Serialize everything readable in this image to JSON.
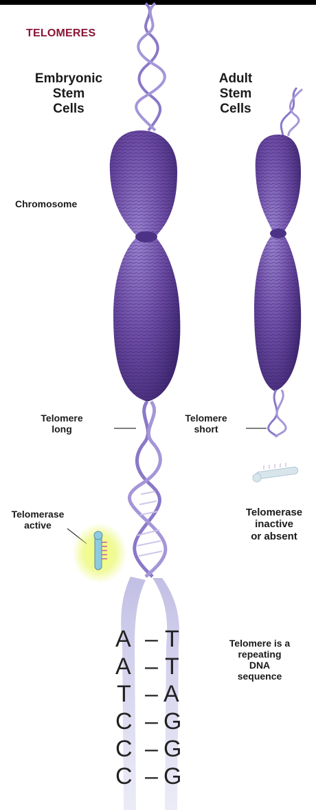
{
  "title": "TELOMERES",
  "columns": {
    "embryonic": [
      "Embryonic",
      "Stem",
      "Cells"
    ],
    "adult": [
      "Adult",
      "Stem",
      "Cells"
    ]
  },
  "labels": {
    "chromosome": "Chromosome",
    "telomere_long": [
      "Telomere",
      "long"
    ],
    "telomere_short": [
      "Telomere",
      "short"
    ],
    "telomerase_active": [
      "Telomerase",
      "active"
    ],
    "telomerase_inactive": [
      "Telomerase",
      "inactive",
      "or absent"
    ],
    "repeat_note": [
      "Telomere is a",
      "repeating",
      "DNA",
      "sequence"
    ]
  },
  "sequence": {
    "left": [
      "A",
      "A",
      "T",
      "C",
      "C",
      "C"
    ],
    "right": [
      "T",
      "T",
      "A",
      "G",
      "G",
      "G"
    ],
    "bond": "–"
  },
  "colors": {
    "title": "#8b1538",
    "chromosome": "#6a4aa2",
    "dna": "#8a78c8",
    "glow": "#e8f75a",
    "probe": "#8ecbe0"
  }
}
